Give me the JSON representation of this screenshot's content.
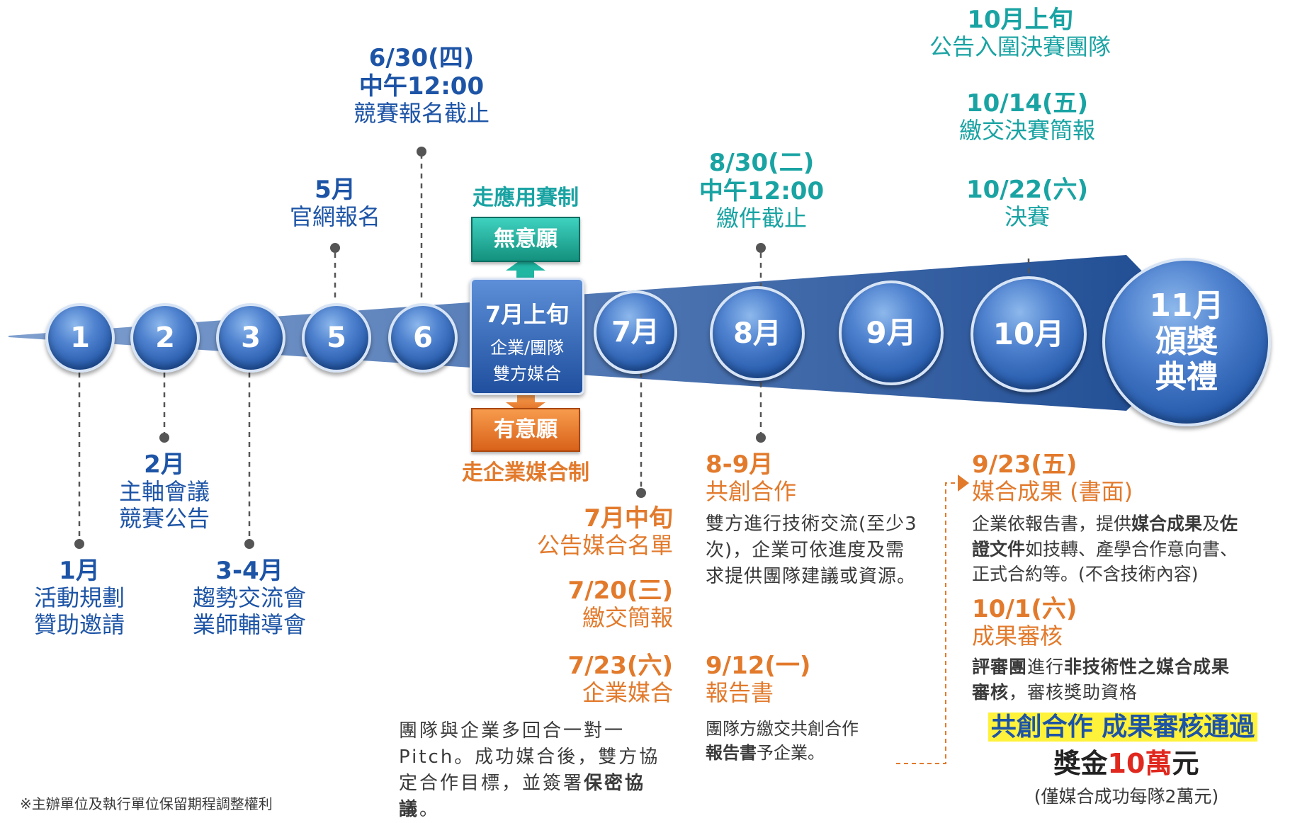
{
  "colors": {
    "blue": "#1d54a6",
    "teal": "#1aa3a3",
    "orange": "#e27a2c",
    "node": "#2a5fae",
    "gray": "#3a3a3a",
    "highlight": "#fff23a",
    "red": "#e0281e"
  },
  "nodes": {
    "n1": "1",
    "n2": "2",
    "n3": "3",
    "n5": "5",
    "n6": "6",
    "jul_box_title": "7月上旬",
    "jul_box_line2": "企業/團隊",
    "jul_box_line3": "雙方媒合",
    "n7": "7月",
    "n8": "8月",
    "n9": "9月",
    "n10": "10月",
    "n11_l1": "11月",
    "n11_l2": "頒獎",
    "n11_l3": "典禮"
  },
  "above": {
    "may_month": "5月",
    "may_text": "官網報名",
    "jun_date": "6/30(四)",
    "jun_time": "中午12:00",
    "jun_text": "競賽報名截止",
    "app_track": "走應用賽制",
    "no_intent": "無意願",
    "aug_date": "8/30(二)",
    "aug_time": "中午12:00",
    "aug_text": "繳件截止",
    "oct_early": "10月上旬",
    "oct_early_text": "公告入圍決賽團隊",
    "oct14_date": "10/14(五)",
    "oct14_text": "繳交決賽簡報",
    "oct22_date": "10/22(六)",
    "oct22_text": "決賽"
  },
  "below": {
    "feb_month": "2月",
    "feb_l1": "主軸會議",
    "feb_l2": "競賽公告",
    "jan_month": "1月",
    "jan_l1": "活動規劃",
    "jan_l2": "贊助邀請",
    "mar_month": "3-4月",
    "mar_l1": "趨勢交流會",
    "mar_l2": "業師輔導會",
    "intent": "有意願",
    "ent_track": "走企業媒合制",
    "jul_mid": "7月中旬",
    "jul_mid_text": "公告媒合名單",
    "jul20_date": "7/20(三)",
    "jul20_text": "繳交簡報",
    "jul23_date": "7/23(六)",
    "jul23_text": "企業媒合",
    "jul23_desc_1": "團隊與企業多回合一對一",
    "jul23_desc_2": "Pitch。成功媒合後，雙方協",
    "jul23_desc_3a": "定合作目標，並簽署",
    "jul23_desc_3b": "保密協議",
    "jul23_desc_3c": "。",
    "aug9_month": "8-9月",
    "aug9_title": "共創合作",
    "aug9_desc_1": "雙方進行技術交流(至少3",
    "aug9_desc_2": "次)，企業可依進度及需",
    "aug9_desc_3": "求提供團隊建議或資源。",
    "sep12_date": "9/12(一)",
    "sep12_text": "報告書",
    "sep12_desc_1": "團隊方繳交共創合作",
    "sep12_desc_2a": "報告書",
    "sep12_desc_2b": "予企業。",
    "sep23_date": "9/23(五)",
    "sep23_text": "媒合成果 (書面)",
    "sep23_desc_1a": "企業依報告書，提供",
    "sep23_desc_1b": "媒合成果",
    "sep23_desc_1c": "及",
    "sep23_desc_1d": "佐",
    "sep23_desc_2a": "證文件",
    "sep23_desc_2b": "如技轉、產學合作意向書、",
    "sep23_desc_3": "正式合約等。(不含技術內容)",
    "oct1_date": "10/1(六)",
    "oct1_text": "成果審核",
    "oct1_desc_1a": "評審團",
    "oct1_desc_1b": "進行",
    "oct1_desc_1c": "非技術性之媒合成果",
    "oct1_desc_2a": "審核",
    "oct1_desc_2b": "，審核獎助資格",
    "pass_text": "共創合作 成果審核通過",
    "prize_a": "獎金",
    "prize_b": "10萬",
    "prize_c": "元",
    "prize_note": "(僅媒合成功每隊2萬元)",
    "footnote": "※主辦單位及執行單位保留期程調整權利"
  }
}
